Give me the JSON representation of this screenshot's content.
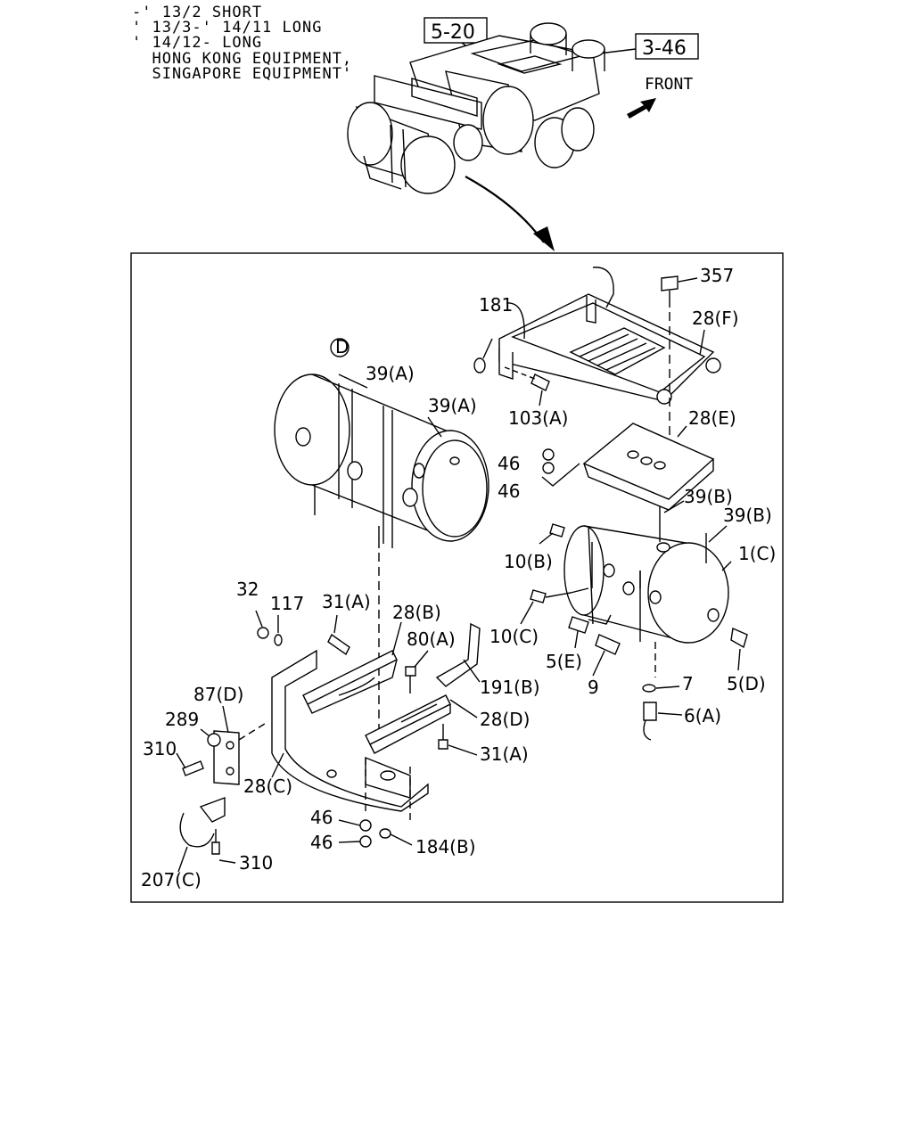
{
  "header": {
    "lines": [
      "-' 13/2 SHORT",
      "' 13/3-' 14/11 LONG",
      "' 14/12- LONG",
      "  HONG KONG EQUIPMENT,",
      "  SINGAPORE EQUIPMENT'"
    ]
  },
  "overview": {
    "ref_box_1": "5-20",
    "ref_box_2": "3-46",
    "front_label": "FRONT"
  },
  "detail": {
    "circle_marker": "D",
    "labels": {
      "p357": "357",
      "p181": "181",
      "p28F": "28(F)",
      "p103A": "103(A)",
      "p39A_1": "39(A)",
      "p39A_2": "39(A)",
      "p28E": "28(E)",
      "p46_a": "46",
      "p46_b": "46",
      "p39B_1": "39(B)",
      "p39B_2": "39(B)",
      "p1C": "1(C)",
      "p10B": "10(B)",
      "p10C": "10(C)",
      "p5E": "5(E)",
      "p9": "9",
      "p7": "7",
      "p5D": "5(D)",
      "p6A": "6(A)",
      "p32": "32",
      "p117": "117",
      "p31A_1": "31(A)",
      "p28B": "28(B)",
      "p80A": "80(A)",
      "p191B": "191(B)",
      "p87D": "87(D)",
      "p289": "289",
      "p28D": "28(D)",
      "p310_1": "310",
      "p31A_2": "31(A)",
      "p28C": "28(C)",
      "p46_c": "46",
      "p46_d": "46",
      "p184B": "184(B)",
      "p310_2": "310",
      "p207C": "207(C)"
    }
  }
}
